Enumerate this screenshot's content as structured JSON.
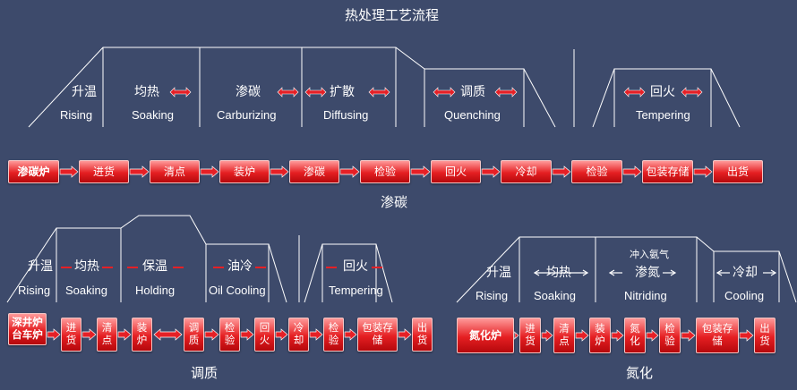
{
  "title": "热处理工艺流程",
  "carburizing": {
    "caption": "渗碳",
    "stages": [
      {
        "cn": "升温",
        "en": "Rising"
      },
      {
        "cn": "均热",
        "en": "Soaking"
      },
      {
        "cn": "渗碳",
        "en": "Carburizing"
      },
      {
        "cn": "扩散",
        "en": "Diffusing"
      },
      {
        "cn": "调质",
        "en": "Quenching"
      },
      {
        "cn": "回火",
        "en": "Tempering"
      }
    ],
    "steps": [
      "渗碳炉",
      "进货",
      "清点",
      "装炉",
      "渗碳",
      "检验",
      "回火",
      "冷却",
      "检验",
      "包装存储",
      "出货"
    ]
  },
  "quench_temper": {
    "caption": "调质",
    "stages": [
      {
        "cn": "升温",
        "en": "Rising"
      },
      {
        "cn": "均热",
        "en": "Soaking"
      },
      {
        "cn": "保温",
        "en": "Holding"
      },
      {
        "cn": "油冷",
        "en": "Oil Cooling"
      },
      {
        "cn": "回火",
        "en": "Tempering"
      }
    ],
    "steps": [
      "深井炉台车炉",
      "进货",
      "清点",
      "装炉",
      "调质",
      "检验",
      "回火",
      "冷却",
      "检验",
      "包装存储",
      "出货"
    ]
  },
  "nitriding": {
    "caption": "氮化",
    "gas_note": "冲入氨气",
    "stages": [
      {
        "cn": "升温",
        "en": "Rising"
      },
      {
        "cn": "均热",
        "en": "Soaking"
      },
      {
        "cn": "渗氮",
        "en": "Nitriding"
      },
      {
        "cn": "冷却",
        "en": "Cooling"
      }
    ],
    "steps": [
      "氮化炉",
      "进货",
      "清点",
      "装炉",
      "氮化",
      "检验",
      "包装存储",
      "出货"
    ]
  }
}
